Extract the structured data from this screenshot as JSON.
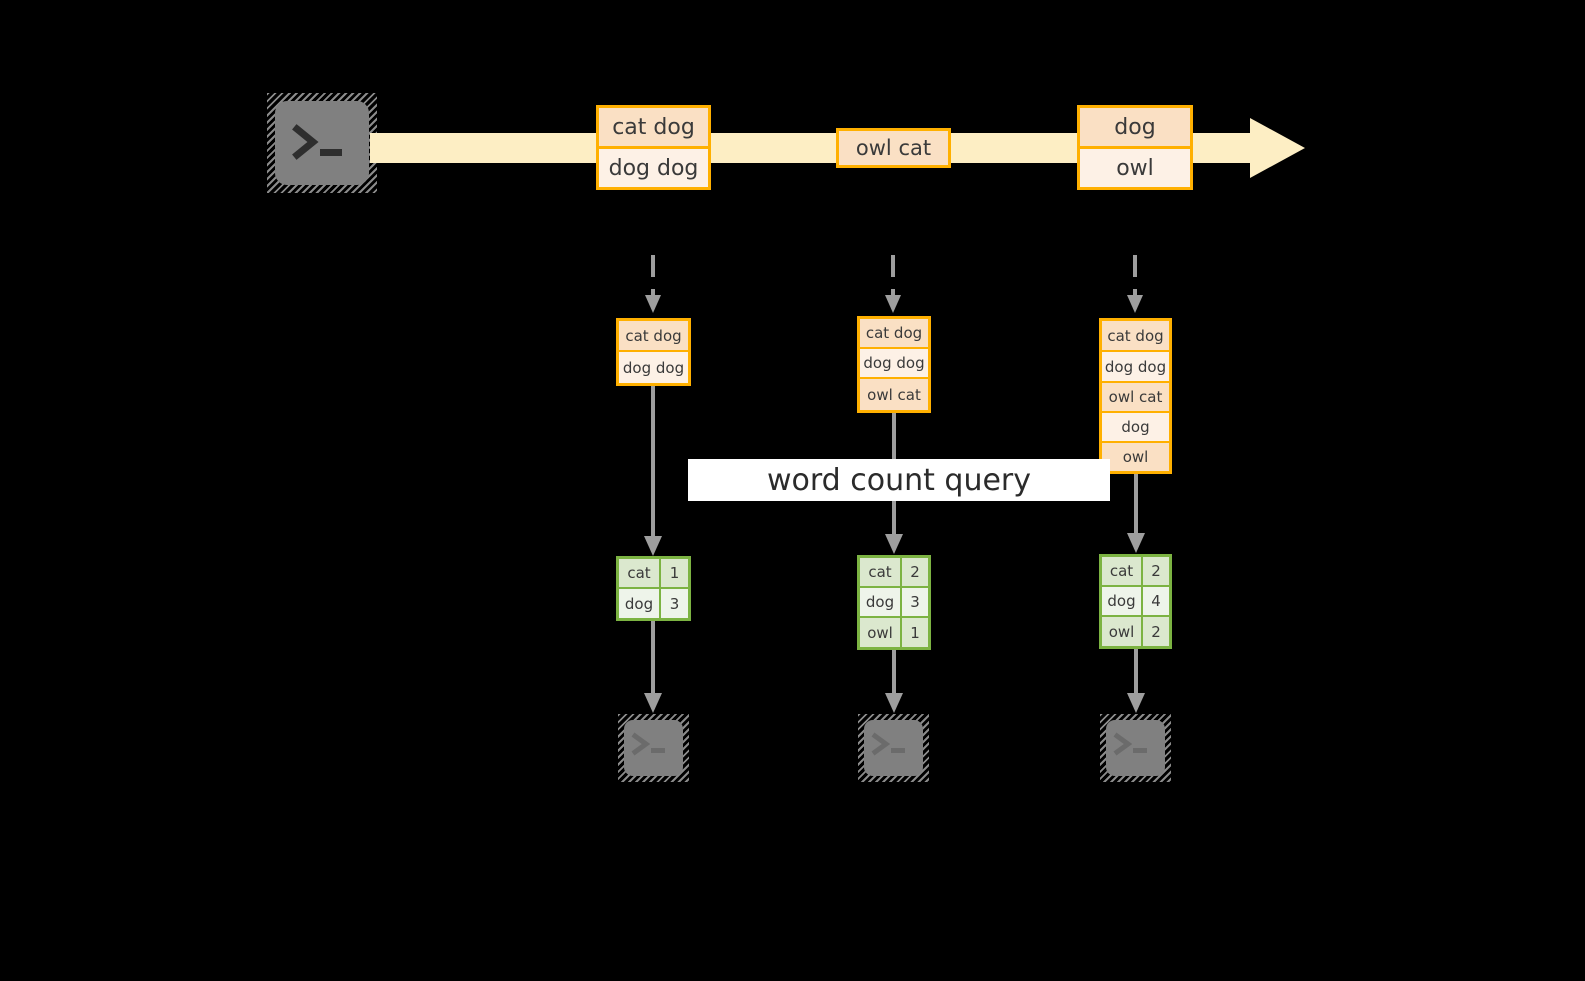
{
  "diagram": {
    "background_color": "#000000",
    "palette": {
      "event_border": "#ffb000",
      "event_fill_dark": "#fae0c4",
      "event_fill_light": "#fdf1e6",
      "stream_fill": "#fdeec4",
      "table_border": "#7cb342",
      "table_fill_dark": "#dbe8ce",
      "table_fill_light": "#eef4ea",
      "arrow_gray": "#9e9e9e",
      "terminal_gray": "#808080",
      "label_bg": "#ffffff",
      "text_color": "#3a3a3a"
    },
    "query_label": "word count query",
    "source": {
      "icon": "terminal-icon",
      "glyph": ">_"
    },
    "stream": {
      "icon": "stream-arrow-icon",
      "events": [
        {
          "group": 1,
          "lines": [
            {
              "text": "cat dog",
              "shade": "dark"
            },
            {
              "text": "dog dog",
              "shade": "light"
            }
          ]
        },
        {
          "group": 2,
          "lines": [
            {
              "text": "owl cat",
              "shade": "dark"
            }
          ]
        },
        {
          "group": 3,
          "lines": [
            {
              "text": "dog",
              "shade": "dark"
            },
            {
              "text": "owl",
              "shade": "light"
            }
          ]
        }
      ]
    },
    "columns": [
      {
        "name": "snapshot-1",
        "state": {
          "rows": [
            {
              "text": "cat dog",
              "shade": "dark"
            },
            {
              "text": "dog dog",
              "shade": "light"
            }
          ]
        },
        "result": {
          "rows": [
            {
              "word": "cat",
              "count": "1",
              "shade": "dark"
            },
            {
              "word": "dog",
              "count": "3",
              "shade": "light"
            }
          ]
        },
        "sink": {
          "icon": "terminal-icon",
          "glyph": ">_"
        }
      },
      {
        "name": "snapshot-2",
        "state": {
          "rows": [
            {
              "text": "cat dog",
              "shade": "dark"
            },
            {
              "text": "dog dog",
              "shade": "light"
            },
            {
              "text": "owl cat",
              "shade": "dark"
            }
          ]
        },
        "result": {
          "rows": [
            {
              "word": "cat",
              "count": "2",
              "shade": "dark"
            },
            {
              "word": "dog",
              "count": "3",
              "shade": "light"
            },
            {
              "word": "owl",
              "count": "1",
              "shade": "dark"
            }
          ]
        },
        "sink": {
          "icon": "terminal-icon",
          "glyph": ">_"
        }
      },
      {
        "name": "snapshot-3",
        "state": {
          "rows": [
            {
              "text": "cat dog",
              "shade": "dark"
            },
            {
              "text": "dog dog",
              "shade": "light"
            },
            {
              "text": "owl cat",
              "shade": "dark"
            },
            {
              "text": "dog",
              "shade": "light"
            },
            {
              "text": "owl",
              "shade": "dark"
            }
          ]
        },
        "result": {
          "rows": [
            {
              "word": "cat",
              "count": "2",
              "shade": "dark"
            },
            {
              "word": "dog",
              "count": "4",
              "shade": "light"
            },
            {
              "word": "owl",
              "count": "2",
              "shade": "dark"
            }
          ]
        },
        "sink": {
          "icon": "terminal-icon",
          "glyph": ">_"
        }
      }
    ]
  }
}
